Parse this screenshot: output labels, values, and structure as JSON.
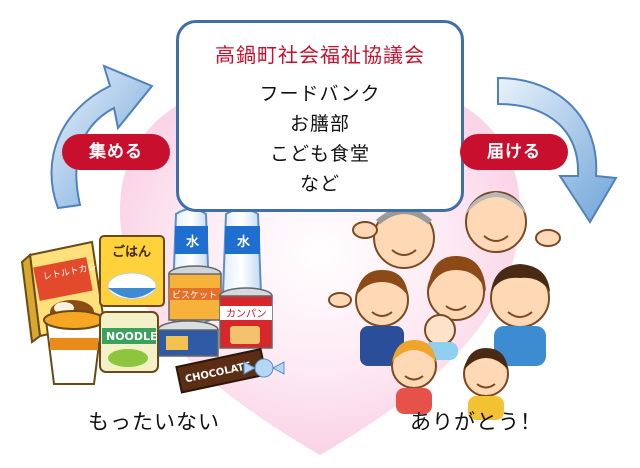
{
  "center_box": {
    "title": "高鍋町社会福祉協議会",
    "lines": [
      "フードバンク",
      "お膳部",
      "こども食堂",
      "など"
    ]
  },
  "left_label": "集める",
  "right_label": "届ける",
  "left_caption": "もったいない",
  "right_caption": "ありがとう！",
  "food_labels": {
    "retort": "レトルトカレー",
    "rice": "ごはん",
    "water_1": "水",
    "water_2": "水",
    "biscuit": "ビスケット",
    "kanpan": "カンパン",
    "noodle": "NOODLE",
    "chocolate": "CHOCOLATE"
  },
  "colors": {
    "accent_red": "#c8102e",
    "box_border": "#3f6fa8",
    "arrow_blue": "#6fa4d8",
    "heart_pink": "#fcdfee"
  }
}
